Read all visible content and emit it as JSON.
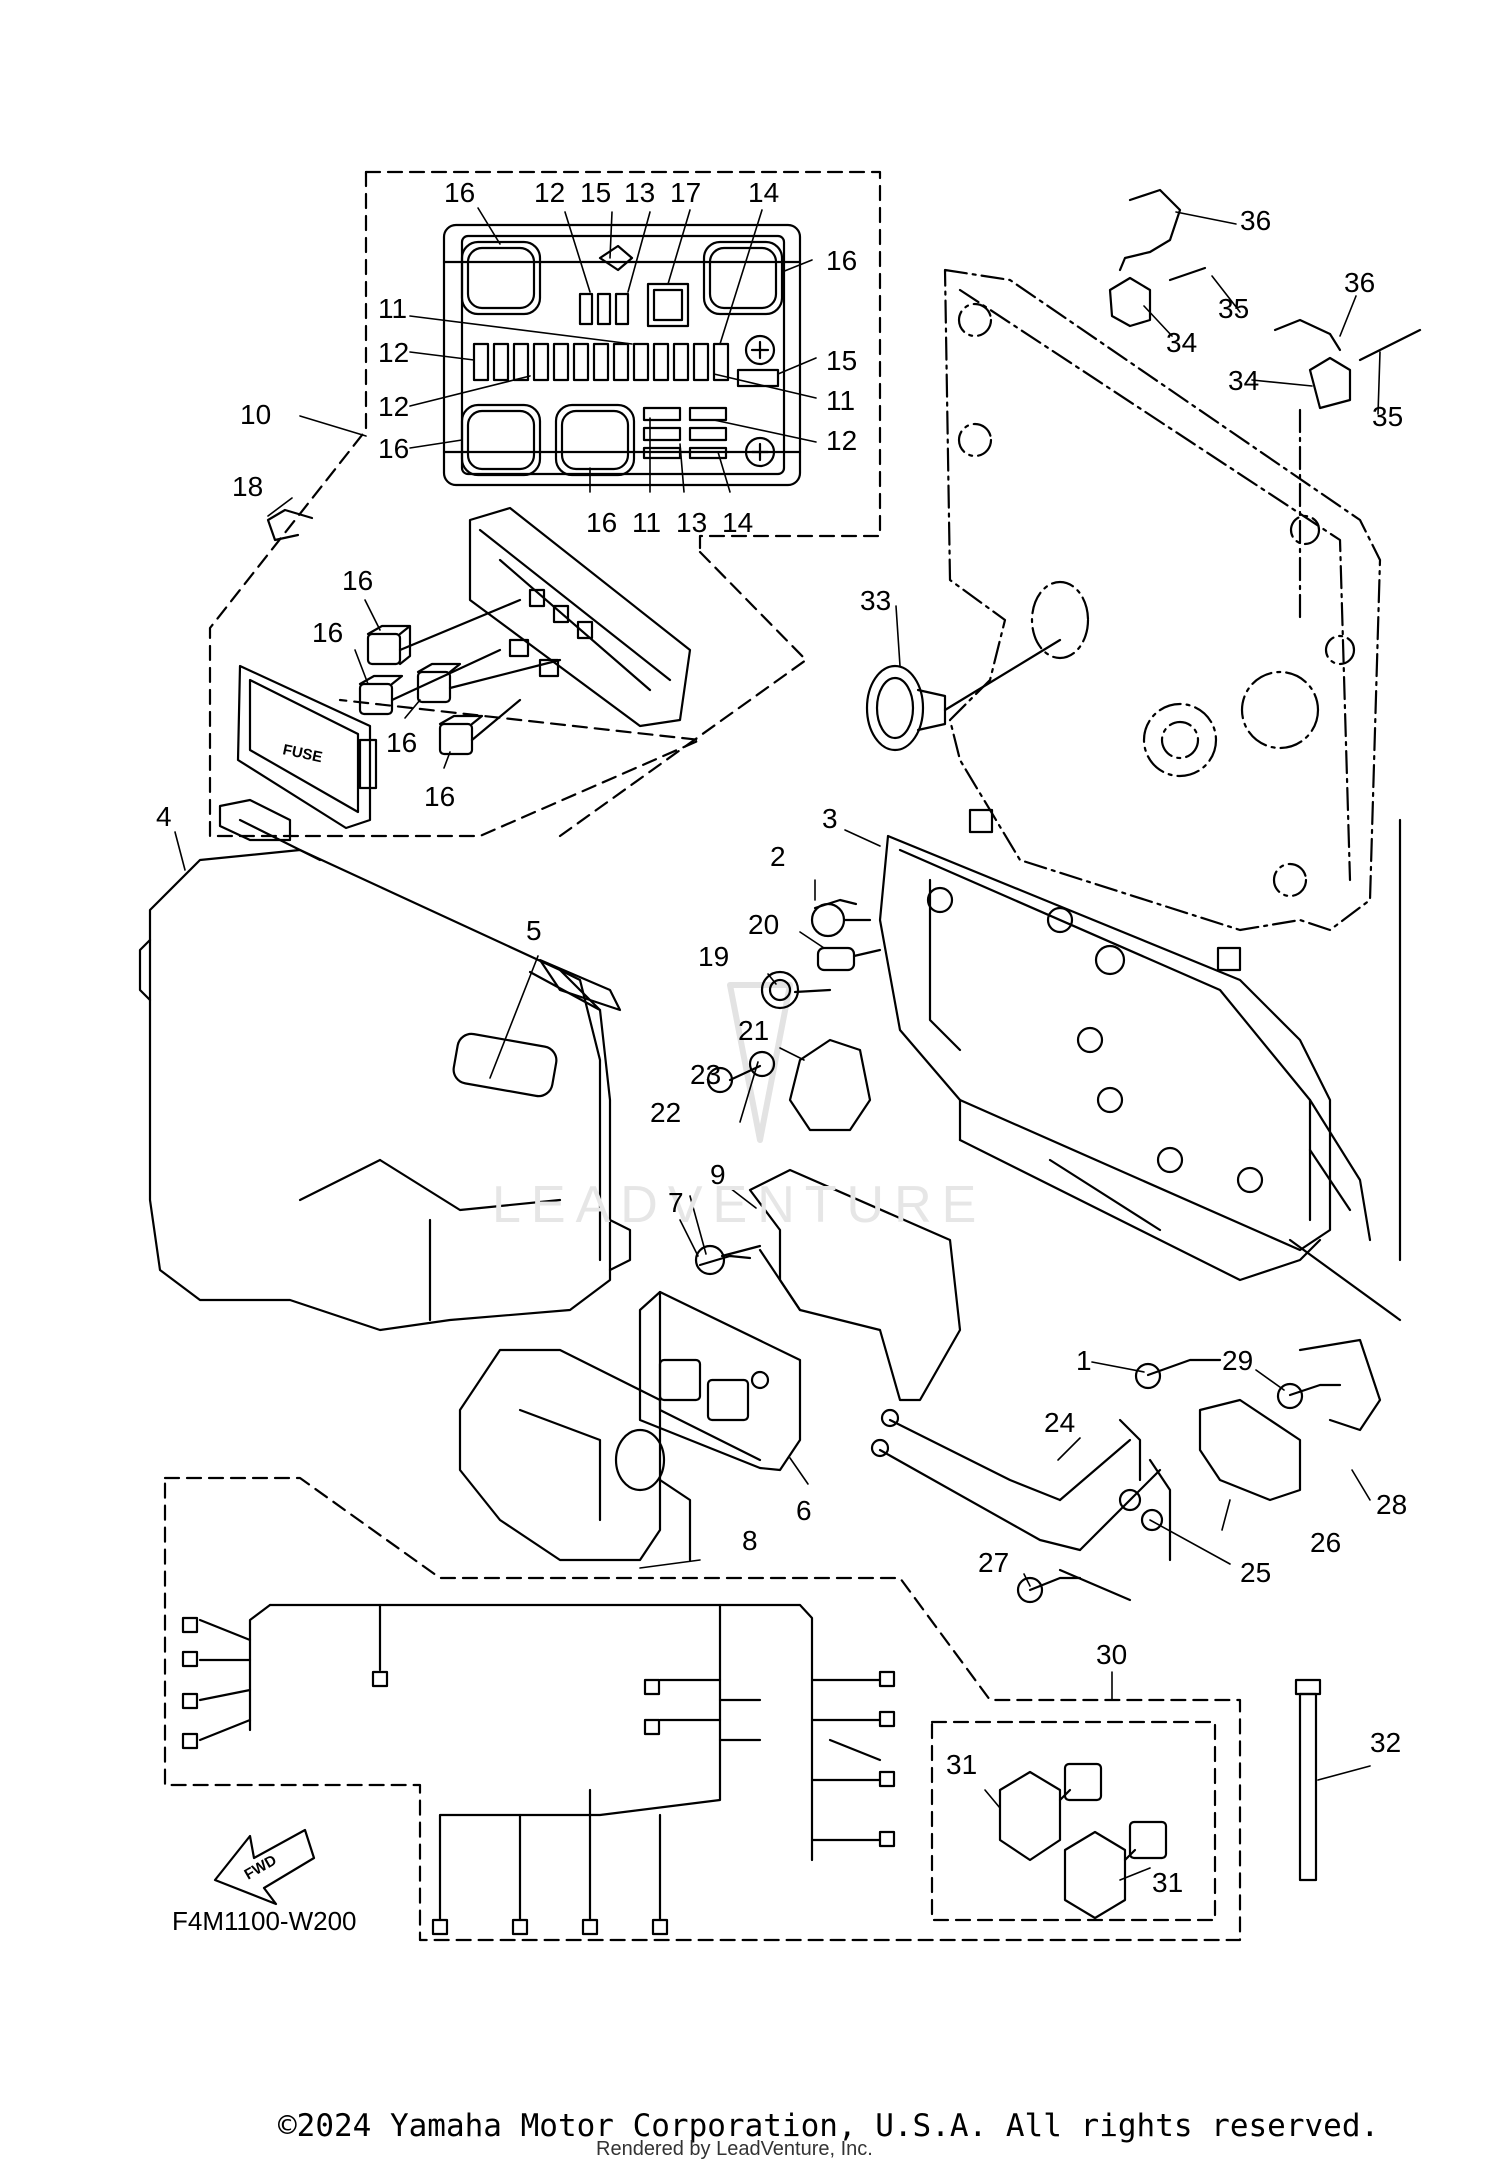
{
  "diagram": {
    "callouts": [
      "1",
      "2",
      "3",
      "4",
      "5",
      "6",
      "7",
      "8",
      "9",
      "10",
      "11",
      "12",
      "13",
      "14",
      "15",
      "16",
      "17",
      "18",
      "19",
      "20",
      "21",
      "22",
      "23",
      "24",
      "25",
      "26",
      "27",
      "28",
      "29",
      "30",
      "31",
      "32",
      "33",
      "34",
      "35",
      "36"
    ],
    "diagram_code": "F4M1100-W200",
    "fuse_label": "FUSE",
    "fwd_label": "FWD",
    "watermark": "LEADVENTURE"
  },
  "footer": {
    "copyright": "©2024 Yamaha Motor Corporation, U.S.A. All rights reserved.",
    "rendered_by": "Rendered by LeadVenture, Inc."
  }
}
